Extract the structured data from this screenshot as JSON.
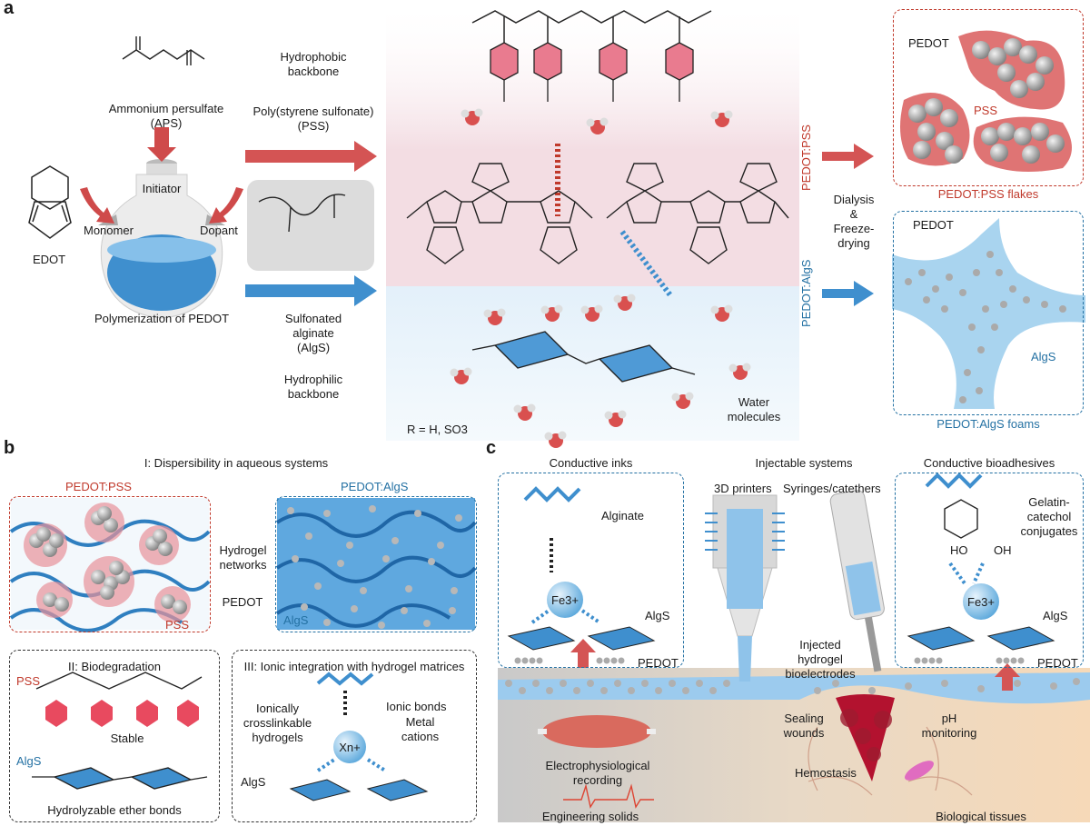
{
  "panel_a": {
    "letter": "a",
    "aps_name": "Ammonium persulfate",
    "aps_abbr": "(APS)",
    "initiator": "Initiator",
    "monomer": "Monomer",
    "dopant": "Dopant",
    "edot": "EDOT",
    "polymerization": "Polymerization of PEDOT",
    "hydrophobic_1": "Hydrophobic",
    "hydrophobic_2": "backbone",
    "pss_1": "Poly(styrene sulfonate)",
    "pss_2": "(PSS)",
    "algs_1": "Sulfonated",
    "algs_2": "alginate",
    "algs_3": "(AlgS)",
    "hydrophilic_1": "Hydrophilic",
    "hydrophilic_2": "backbone",
    "r_group": "R = H, SO3",
    "water_1": "Water",
    "water_2": "molecules",
    "pedot_pss_vertical": "PEDOT:PSS",
    "pedot_algs_vertical": "PEDOT:AlgS",
    "dialysis_1": "Dialysis",
    "dialysis_2": "&",
    "dialysis_3": "Freeze-",
    "dialysis_4": "drying",
    "flakes_pedot": "PEDOT",
    "flakes_pss": "PSS",
    "flakes_caption": "PEDOT:PSS flakes",
    "foams_pedot": "PEDOT",
    "foams_algs": "AlgS",
    "foams_caption": "PEDOT:AlgS foams"
  },
  "panel_b": {
    "letter": "b",
    "dispersibility": "I: Dispersibility in aqueous systems",
    "pedot_pss": "PEDOT:PSS",
    "pedot_algs": "PEDOT:AlgS",
    "hydrogel_1": "Hydrogel",
    "hydrogel_2": "networks",
    "pedot": "PEDOT",
    "pss": "PSS",
    "algs": "AlgS",
    "biodeg_title": "II: Biodegradation",
    "biodeg_pss": "PSS",
    "stable": "Stable",
    "biodeg_algs": "AlgS",
    "ether_bonds": "Hydrolyzable ether bonds",
    "ionic_title": "III: Ionic integration with hydrogel matrices",
    "ionically_1": "Ionically",
    "ionically_2": "crosslinkable",
    "ionically_3": "hydrogels",
    "ionic_bonds": "Ionic bonds",
    "metal_1": "Metal",
    "metal_2": "cations",
    "cation": "Xn+",
    "ionic_algs": "AlgS"
  },
  "panel_c": {
    "letter": "c",
    "inks_title": "Conductive inks",
    "alginate": "Alginate",
    "fe": "Fe3+",
    "inks_algs": "AlgS",
    "inks_pedot": "PEDOT",
    "injectable": "Injectable systems",
    "printers": "3D printers",
    "syringes": "Syringes/catethers",
    "injected_1": "Injected",
    "injected_2": "hydrogel",
    "injected_3": "bioelectrodes",
    "bioadhesives_title": "Conductive bioadhesives",
    "gelatin_1": "Gelatin-",
    "gelatin_2": "catechol",
    "gelatin_3": "conjugates",
    "ho_left": "HO",
    "oh_right": "OH",
    "adh_fe": "Fe3+",
    "adh_algs": "AlgS",
    "adh_pedot": "PEDOT",
    "sealing_1": "Sealing",
    "sealing_2": "wounds",
    "ph_1": "pH",
    "ph_2": "monitoring",
    "hemostasis": "Hemostasis",
    "electro_1": "Electrophysiological",
    "electro_2": "recording",
    "engineering": "Engineering solids",
    "biological": "Biological tissues"
  },
  "colors": {
    "pss_red": "#c0392b",
    "algs_blue": "#2471a3",
    "pedot_grey": "#9a9a9a",
    "pink_ring": "#e8929a",
    "water_blue": "#a9d4ef"
  }
}
